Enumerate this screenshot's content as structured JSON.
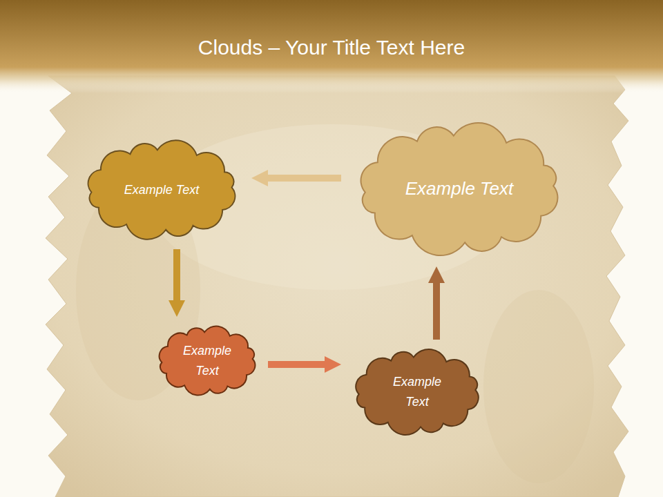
{
  "diagram": {
    "title": "Clouds – Your Title Text Here",
    "nodes": [
      {
        "text": [
          "Example Text"
        ]
      },
      {
        "text": [
          "Example Text"
        ]
      },
      {
        "text": [
          "Example Text"
        ]
      },
      {
        "text": [
          "Example Text"
        ]
      }
    ],
    "edges": [
      {
        "from": 1,
        "to": 0,
        "arrow": "to"
      },
      {
        "from": 0,
        "to": 2,
        "arrow": "to"
      },
      {
        "from": 2,
        "to": 3,
        "arrow": "to"
      },
      {
        "from": 3,
        "to": 1,
        "arrow": "to"
      }
    ]
  }
}
